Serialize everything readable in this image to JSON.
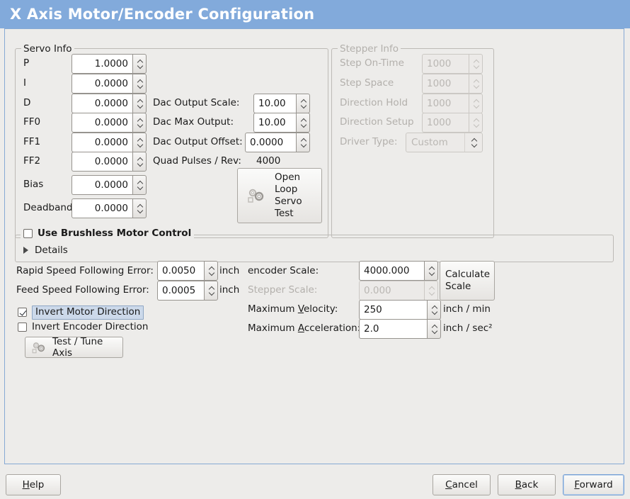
{
  "window": {
    "title": "X Axis Motor/Encoder Configuration",
    "titlebar_color": "#82aadb",
    "background_color": "#edecea",
    "border_color": "#86a9d4"
  },
  "servo_info": {
    "legend": "Servo Info",
    "fields": [
      {
        "label": "P",
        "value": "1.0000"
      },
      {
        "label": "I",
        "value": "0.0000"
      },
      {
        "label": "D",
        "value": "0.0000"
      },
      {
        "label": "FF0",
        "value": "0.0000"
      },
      {
        "label": "FF1",
        "value": "0.0000"
      },
      {
        "label": "FF2",
        "value": "0.0000"
      },
      {
        "label": "Bias",
        "value": "0.0000"
      },
      {
        "label": "Deadband",
        "value": "0.0000"
      }
    ],
    "dac": [
      {
        "label": "Dac Output Scale:",
        "value": "10.00"
      },
      {
        "label": "Dac Max Output:",
        "value": "10.00"
      },
      {
        "label": "Dac Output Offset:",
        "value": "0.0000"
      }
    ],
    "quad_pulses_label": "Quad Pulses / Rev:",
    "quad_pulses_value": "4000",
    "open_loop_button": {
      "line1": "Open",
      "line2": "Loop",
      "line3": "Servo",
      "line4": "Test",
      "icon": "gears-icon"
    }
  },
  "stepper_info": {
    "legend": "Stepper Info",
    "enabled": false,
    "fields": [
      {
        "label": "Step On-Time",
        "value": "1000"
      },
      {
        "label": "Step Space",
        "value": "1000"
      },
      {
        "label": "Direction Hold",
        "value": "1000"
      },
      {
        "label": "Direction Setup",
        "value": "1000"
      }
    ],
    "driver_type_label": "Driver Type:",
    "driver_type_value": "Custom"
  },
  "brushless": {
    "checkbox_label": "Use Brushless Motor Control",
    "checked": false,
    "details_label": "Details",
    "details_expanded": false
  },
  "errors": {
    "rapid_label": "Rapid Speed Following Error:",
    "rapid_value": "0.0050",
    "rapid_unit": "inch",
    "feed_label": "Feed Speed Following Error:",
    "feed_value": "0.0005",
    "feed_unit": "inch"
  },
  "inverts": {
    "motor_label": "Invert Motor Direction",
    "motor_checked": true,
    "motor_focused": true,
    "encoder_label": "Invert Encoder Direction",
    "encoder_checked": false
  },
  "test_tune": {
    "label": "Test / Tune Axis",
    "icon": "gears-icon"
  },
  "scales": {
    "encoder_label": "encoder Scale:",
    "encoder_value": "4000.000",
    "stepper_label": "Stepper Scale:",
    "stepper_value": "0.000",
    "stepper_enabled": false,
    "calculate_line1": "Calculate",
    "calculate_line2": "Scale",
    "max_velocity_label_pre": "Maximum ",
    "max_velocity_label_mnemonic": "V",
    "max_velocity_label_post": "elocity:",
    "max_velocity_value": "250",
    "max_velocity_unit": "inch / min",
    "max_accel_label_pre": "Maximum ",
    "max_accel_label_mnemonic": "A",
    "max_accel_label_post": "cceleration:",
    "max_accel_value": "2.0",
    "max_accel_unit": "inch / sec²"
  },
  "footer": {
    "help": {
      "pre": "",
      "mnemonic": "H",
      "post": "elp"
    },
    "cancel": {
      "pre": "",
      "mnemonic": "C",
      "post": "ancel"
    },
    "back": {
      "pre": "",
      "mnemonic": "B",
      "post": "ack"
    },
    "forward": {
      "pre": "",
      "mnemonic": "F",
      "post": "orward",
      "focused": true
    }
  }
}
